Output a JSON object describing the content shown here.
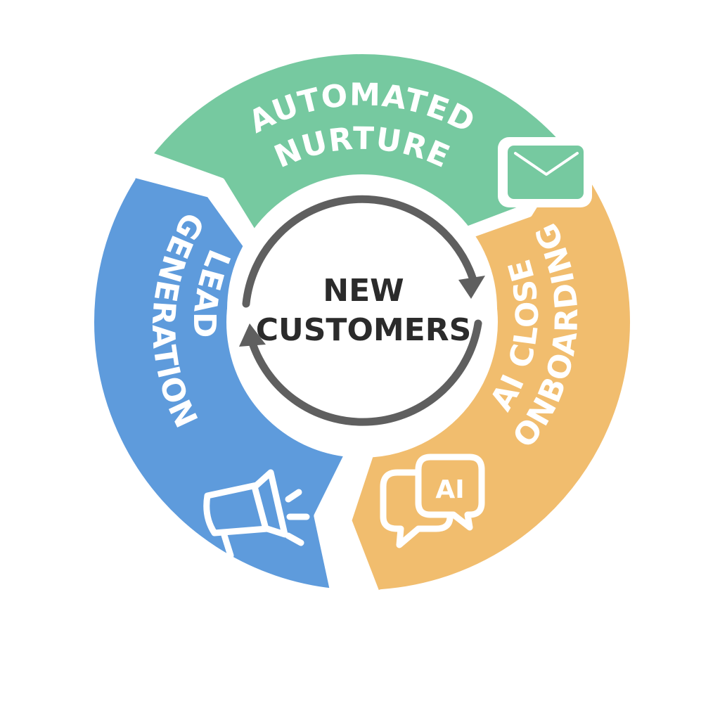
{
  "diagram": {
    "center": {
      "line1": "NEW",
      "line2": "CUSTOMERS"
    },
    "stages": [
      {
        "id": "lead",
        "line1": "LEAD",
        "line2": "GENERATION",
        "icon": "megaphone-icon",
        "color": "#5e9bdc"
      },
      {
        "id": "nurture",
        "line1": "AUTOMATED",
        "line2": "NURTURE",
        "icon": "envelope-icon",
        "color": "#76c9a0"
      },
      {
        "id": "close",
        "line1": "AI CLOSE",
        "line2": "ONBOARDING",
        "icon": "ai-chat-icon",
        "color": "#f1bd6e"
      }
    ],
    "ai_icon_label": "AI",
    "arrow_color": "#5f5f5f"
  }
}
